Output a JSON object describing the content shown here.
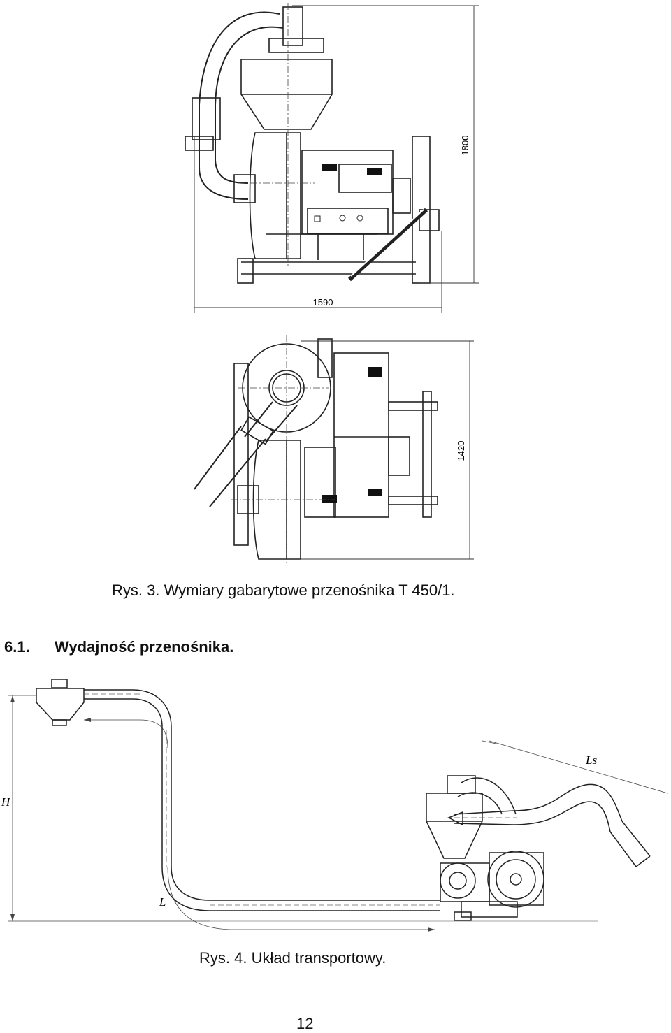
{
  "figure1": {
    "dim_height": "1800",
    "dim_width": "1590",
    "caption": "Rys. 3. Wymiary gabarytowe przenośnika T 450/1."
  },
  "figure2": {
    "dim_height": "1420"
  },
  "section": {
    "number": "6.1.",
    "title": "Wydajność przenośnika."
  },
  "figure3": {
    "label_H": "H",
    "label_L": "L",
    "label_Ls": "Ls",
    "caption": "Rys. 4. Układ transportowy."
  },
  "page_number": "12"
}
